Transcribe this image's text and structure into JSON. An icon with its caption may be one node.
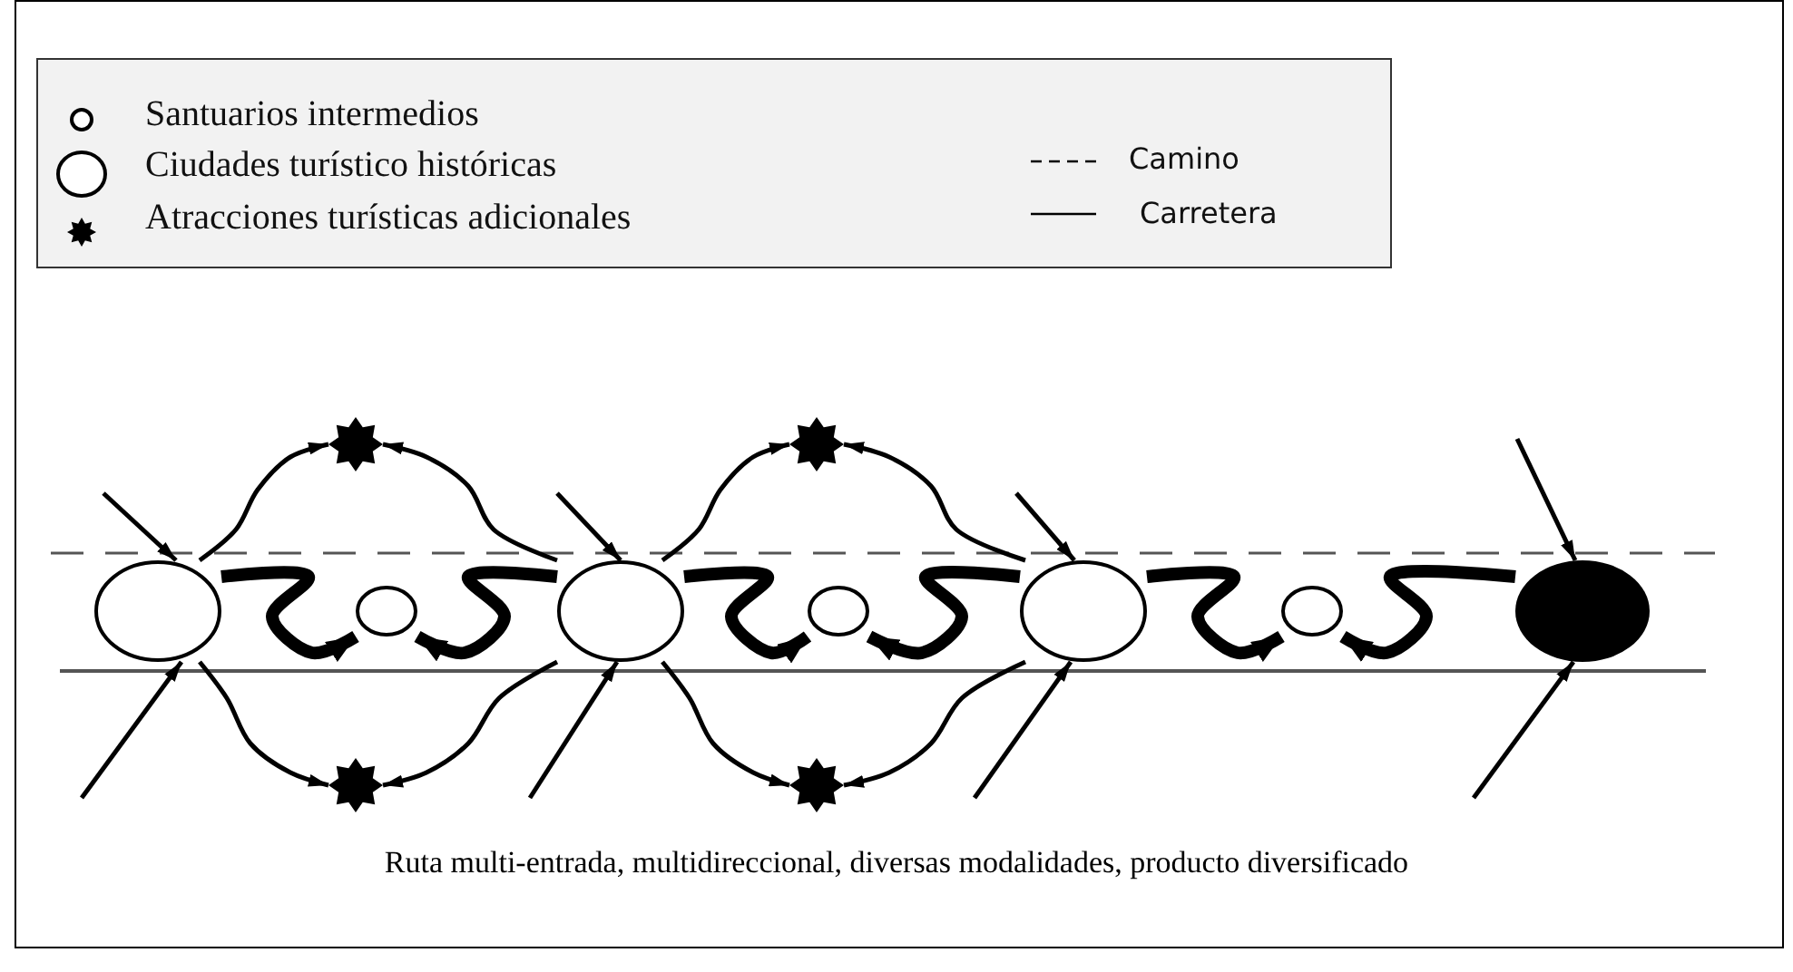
{
  "diagram": {
    "caption": "Ruta multi-entrada, multidireccional, diversas modalidades, producto diversificado",
    "nodes": [
      {
        "text": [],
        "shape": "star"
      },
      {
        "text": [],
        "shape": "star"
      },
      {
        "text": [],
        "shape": "circle"
      },
      {
        "text": [],
        "shape": "circle"
      },
      {
        "text": [],
        "shape": "circle"
      },
      {
        "text": [],
        "shape": "circle"
      },
      {
        "text": [],
        "shape": "circle"
      },
      {
        "text": [],
        "shape": "circle"
      },
      {
        "text": [],
        "shape": "disc"
      },
      {
        "text": [],
        "shape": "star"
      },
      {
        "text": [],
        "shape": "star"
      }
    ],
    "edges": [
      {
        "from": null,
        "to": 2,
        "arrow": "to"
      },
      {
        "from": null,
        "to": 4,
        "arrow": "to"
      },
      {
        "from": null,
        "to": 6,
        "arrow": "to"
      },
      {
        "from": null,
        "to": 8,
        "arrow": "to"
      },
      {
        "from": null,
        "to": 2,
        "arrow": "to"
      },
      {
        "from": null,
        "to": 4,
        "arrow": "to"
      },
      {
        "from": null,
        "to": 6,
        "arrow": "to"
      },
      {
        "from": null,
        "to": 8,
        "arrow": "to"
      },
      {
        "from": 2,
        "to": 0,
        "arrow": "to"
      },
      {
        "from": 4,
        "to": 0,
        "arrow": "to"
      },
      {
        "from": 4,
        "to": 1,
        "arrow": "to"
      },
      {
        "from": 6,
        "to": 1,
        "arrow": "to"
      },
      {
        "from": 2,
        "to": 9,
        "arrow": "to"
      },
      {
        "from": 4,
        "to": 9,
        "arrow": "to"
      },
      {
        "from": 4,
        "to": 10,
        "arrow": "to"
      },
      {
        "from": 6,
        "to": 10,
        "arrow": "to"
      },
      {
        "from": 2,
        "to": 3,
        "arrow": "to",
        "style": "thick"
      },
      {
        "from": 4,
        "to": 3,
        "arrow": "to",
        "style": "thick"
      },
      {
        "from": 4,
        "to": 5,
        "arrow": "to",
        "style": "thick"
      },
      {
        "from": 6,
        "to": 5,
        "arrow": "to",
        "style": "thick"
      },
      {
        "from": 6,
        "to": 7,
        "arrow": "to",
        "style": "thick"
      },
      {
        "from": 8,
        "to": 7,
        "arrow": "to",
        "style": "thick"
      }
    ],
    "legend": [
      {
        "text": "Santuarios intermedios"
      },
      {
        "text": "Ciudades turístico históricas"
      },
      {
        "text": "Atracciones turísticas adicionales"
      },
      {
        "text": "Camino"
      },
      {
        "text": "Carretera"
      }
    ]
  }
}
